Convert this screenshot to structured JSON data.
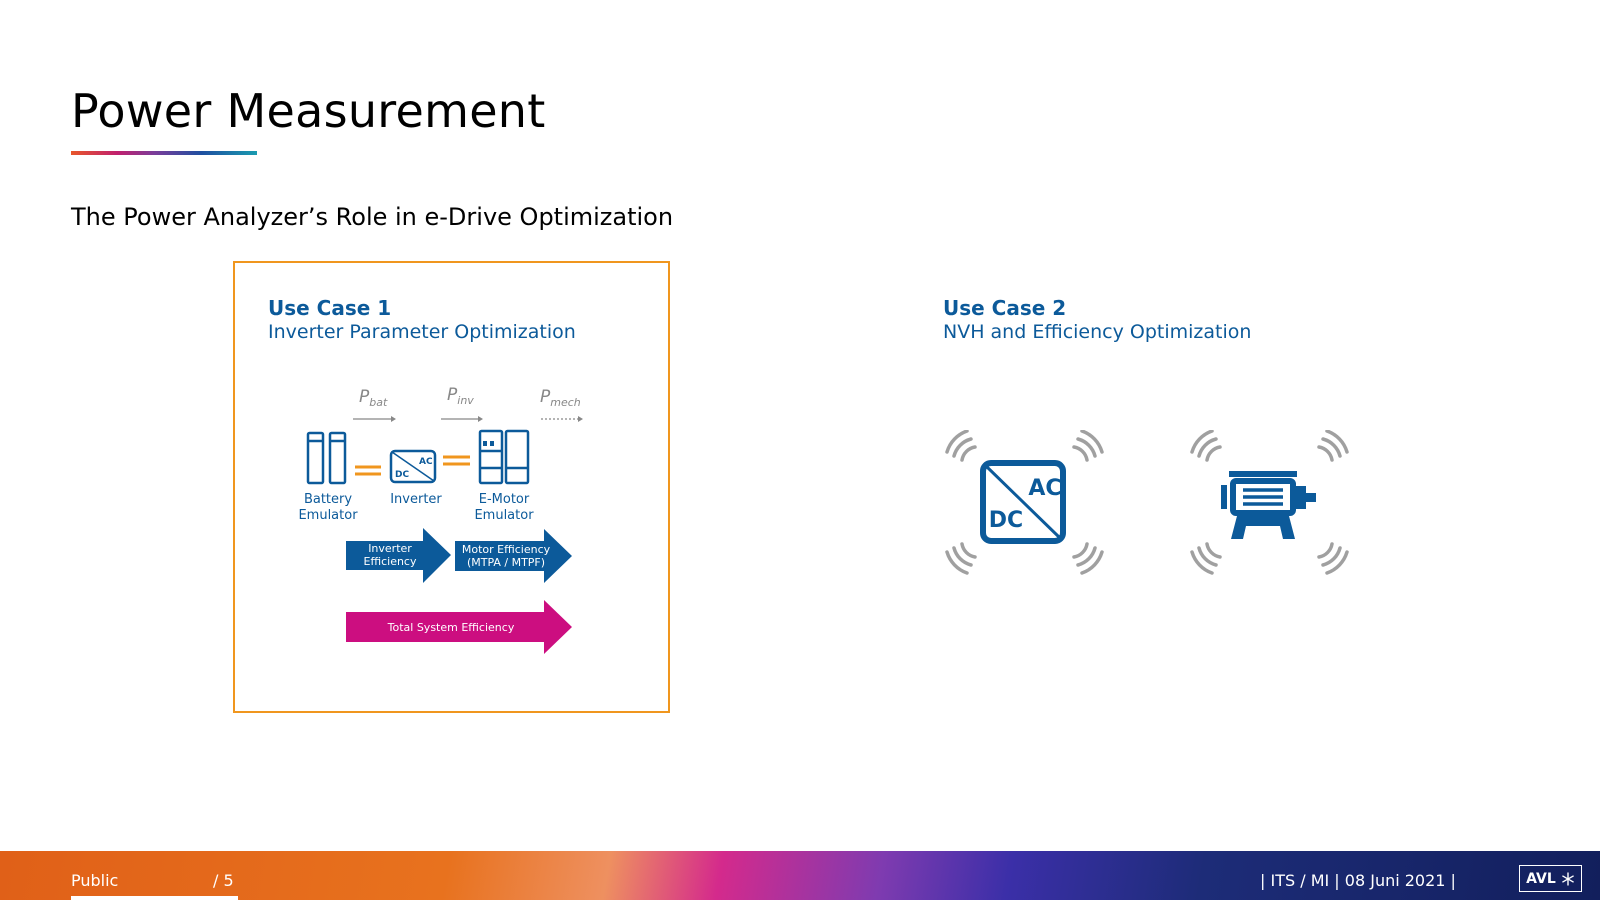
{
  "title": "Power Measurement",
  "subtitle": "The Power Analyzer’s Role in e-Drive Optimization",
  "use_case_1": {
    "heading": "Use Case 1",
    "subheading": "Inverter Parameter Optimization",
    "power_labels": {
      "p_bat_main": "P",
      "p_bat_sub": "bat",
      "p_inv_main": "P",
      "p_inv_sub": "inv",
      "p_mech_main": "P",
      "p_mech_sub": "mech"
    },
    "components": [
      "Battery",
      "Emulator",
      "Inverter",
      "E-Motor",
      "Emulator"
    ],
    "inverter_icon_ac": "AC",
    "inverter_icon_dc": "DC",
    "arrows": {
      "inverter_efficiency_1": "Inverter",
      "inverter_efficiency_2": "Efficiency",
      "motor_efficiency_1": "Motor Efficiency",
      "motor_efficiency_2": "(MTPA / MTPF)",
      "total": "Total System Efficiency"
    },
    "colors": {
      "blue": "#0c5a9a",
      "orange": "#f0961e",
      "magenta": "#cc0e80"
    }
  },
  "use_case_2": {
    "heading": "Use Case 2",
    "subheading": "NVH and Efficiency Optimization",
    "icons": [
      "inverter-vibration-icon",
      "motor-vibration-icon"
    ],
    "icon_ac": "AC",
    "icon_dc": "DC"
  },
  "footer": {
    "classification": "Public",
    "page": "/ 5",
    "right": "| ITS / MI | 08 Juni 2021 |",
    "logo": "AVL"
  }
}
